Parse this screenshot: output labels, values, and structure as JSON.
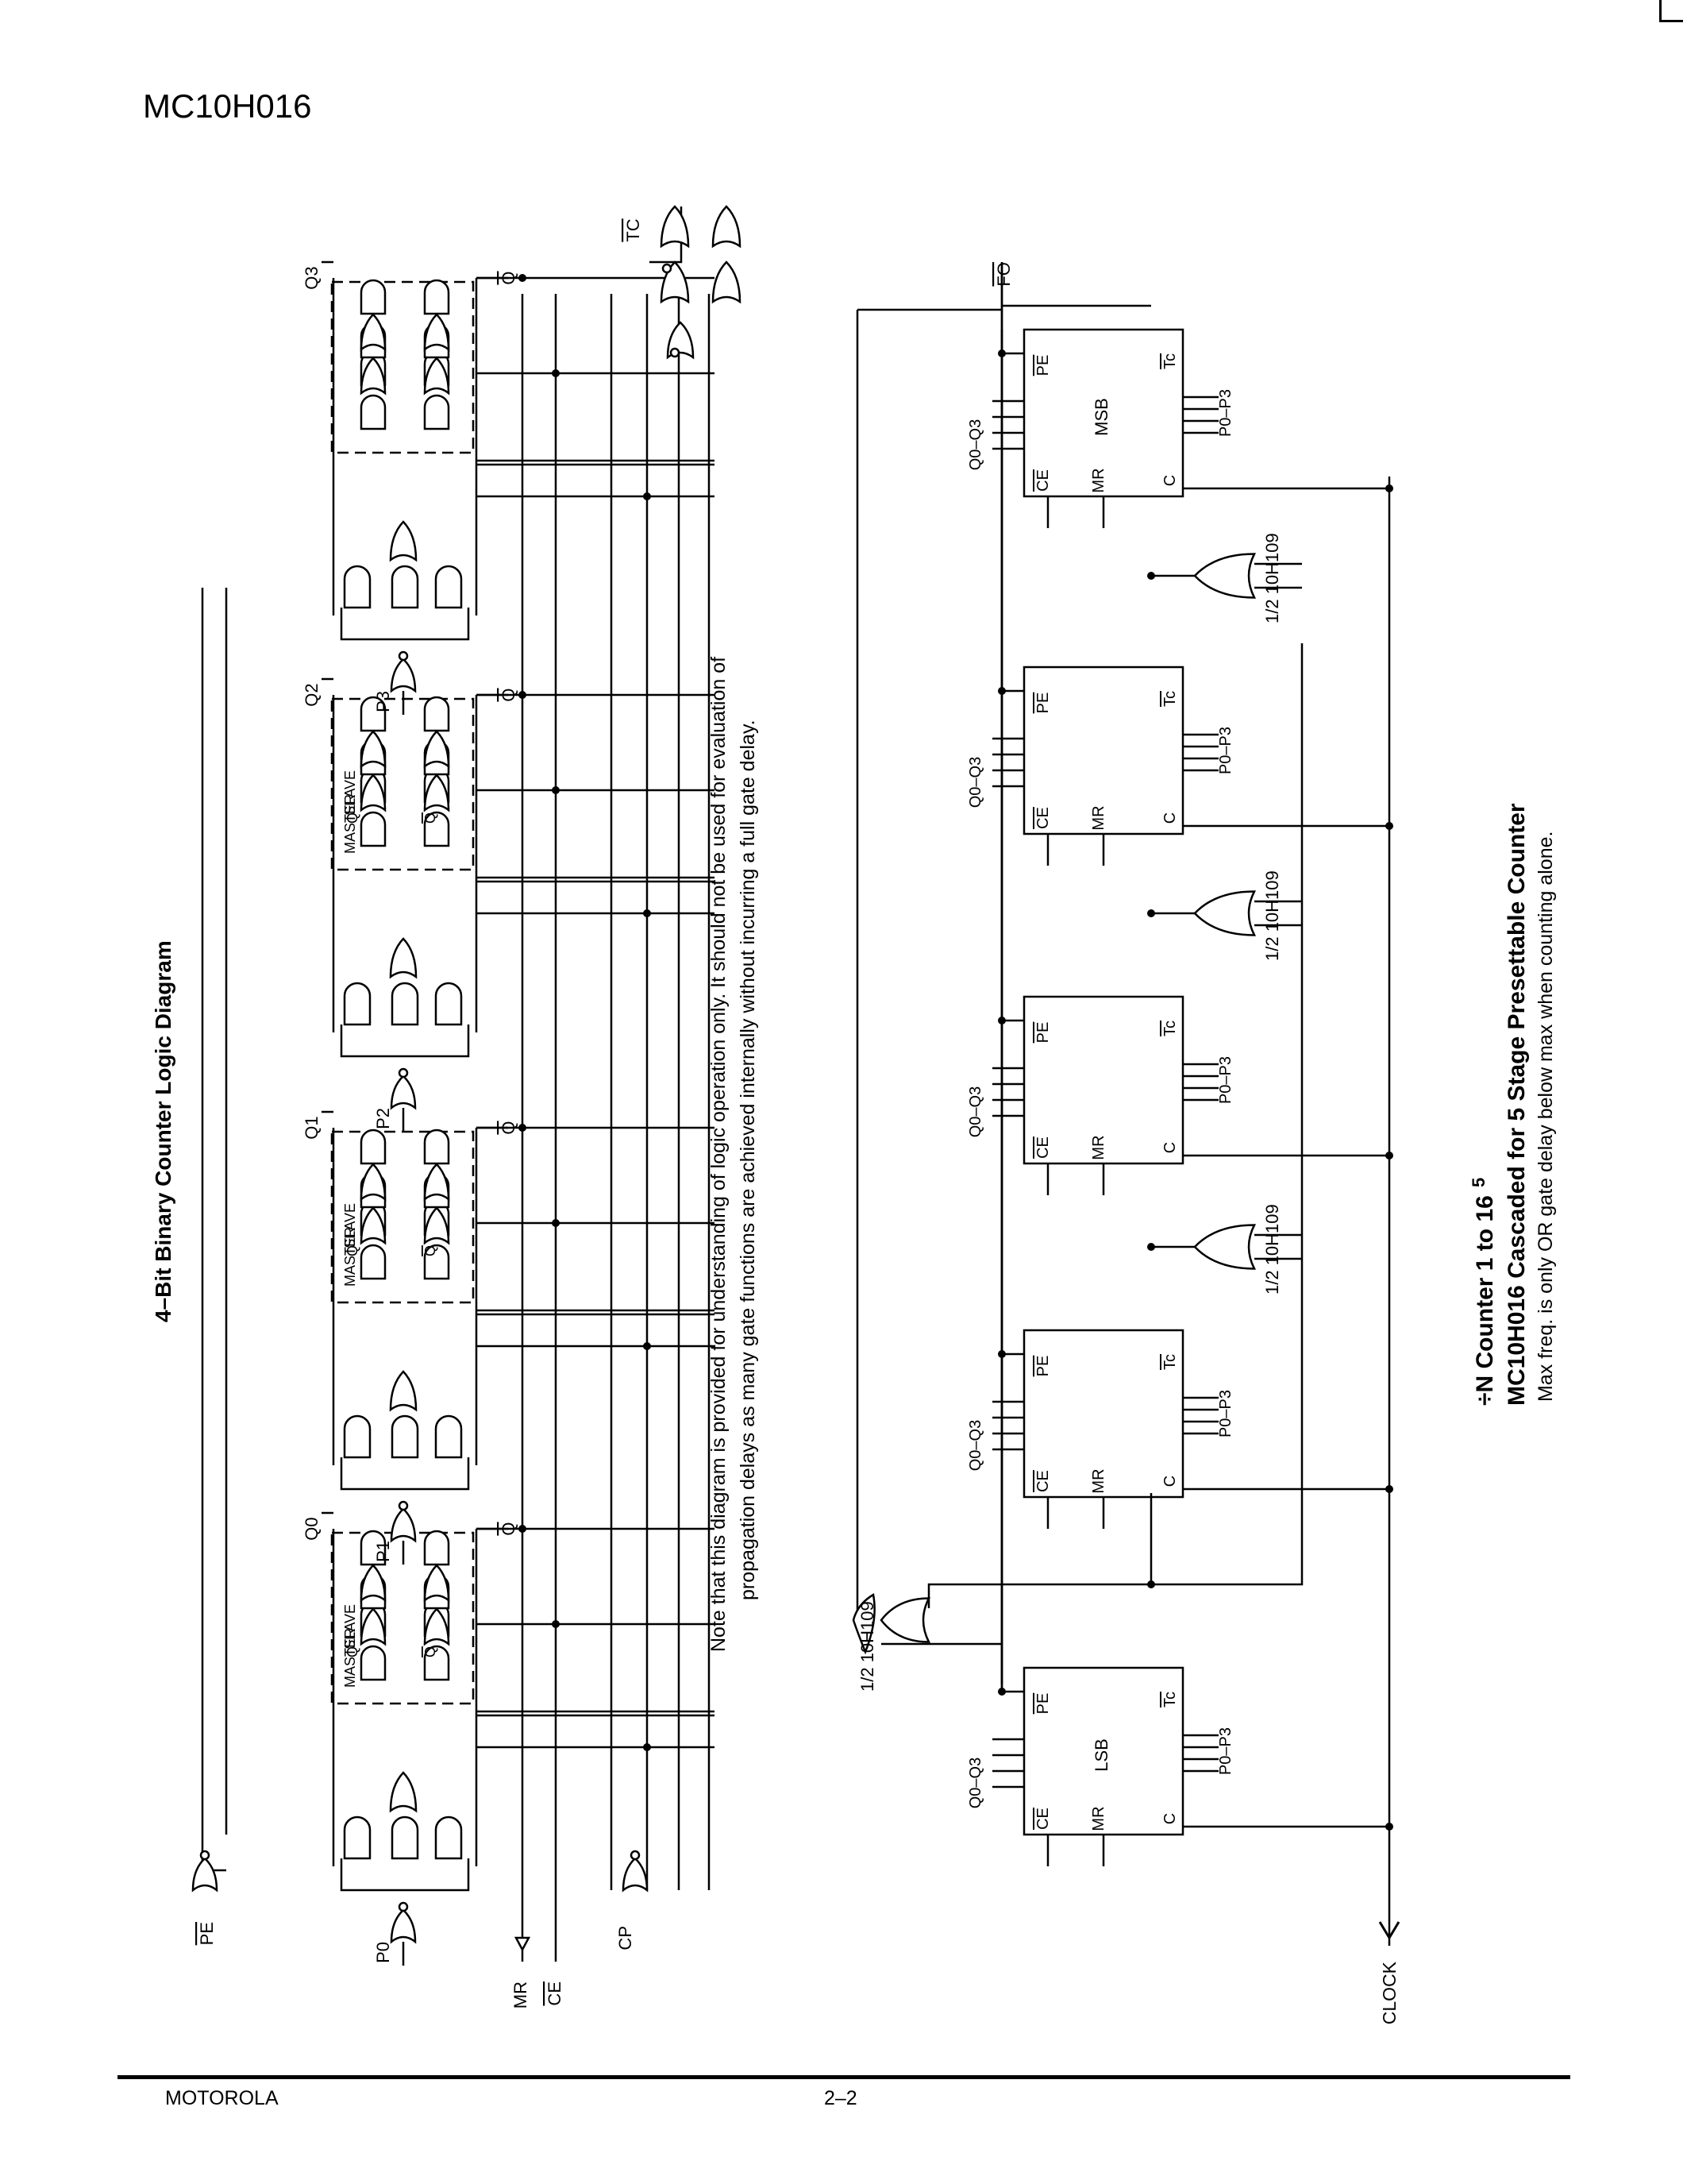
{
  "header": {
    "part_number": "MC10H016"
  },
  "footer": {
    "brand": "MOTOROLA",
    "page_number": "2–2"
  },
  "diagram1": {
    "title": "4–Bit Binary Counter Logic Diagram",
    "note_line1": "Note that this diagram is provided for understanding of logic operation only. It should not be used for evaluation of",
    "note_line2": "propagation delays as many gate functions are achieved internally without incurring a full gate delay.",
    "inputs": {
      "pe": "PE",
      "p0": "P0",
      "p1": "P1",
      "p2": "P2",
      "p3": "P3",
      "mr": "MR",
      "ce": "CE",
      "cp": "CP"
    },
    "outputs": {
      "q0": "Q0",
      "q1": "Q1",
      "q2": "Q2",
      "q3": "Q3",
      "qbar": "Q",
      "tc": "TC"
    },
    "stage_labels": {
      "master": "MASTER",
      "slave": "SLAVE",
      "q": "Q",
      "qbar": "Q"
    }
  },
  "diagram2": {
    "title_part1": "÷N Counter 1 to 16",
    "title_superscript": "5",
    "title_line2": "MC10H016 Cascaded for 5 Stage Presettable Counter",
    "subtitle": "Max freq. is only OR gate delay below max when counting alone.",
    "block_pins": {
      "pe": "PE",
      "tc": "Tc",
      "q": "Q0–Q3",
      "p": "P0–P3",
      "ce": "CE",
      "mr": "MR",
      "c": "C"
    },
    "block_names": {
      "lsb": "LSB",
      "msb": "MSB"
    },
    "or_gate_label": "1/2 10H109",
    "clock": "CLOCK",
    "fo": "FO"
  }
}
